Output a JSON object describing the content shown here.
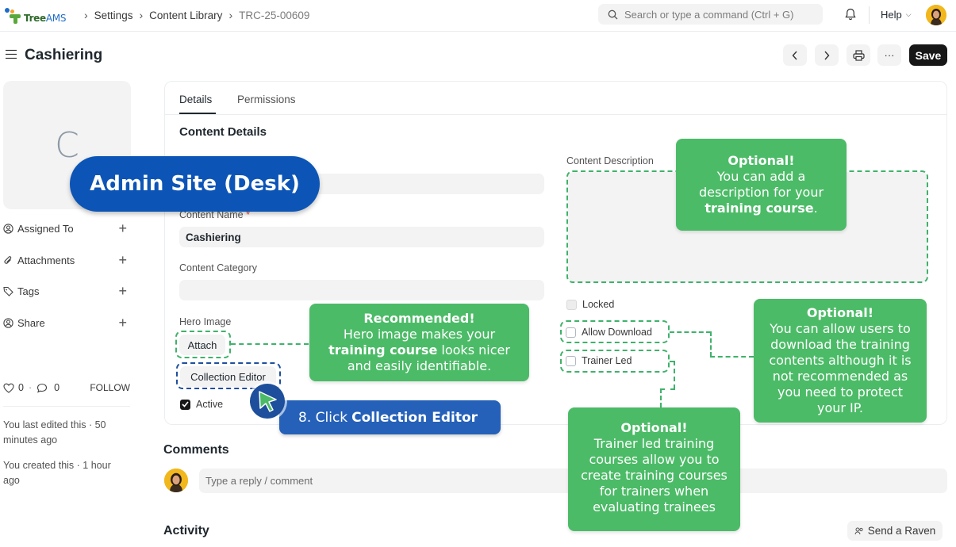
{
  "app": {
    "logo_text_a": "Tree",
    "logo_text_b": "AMS",
    "breadcrumbs": [
      "Settings",
      "Content Library",
      "TRC-25-00609"
    ],
    "search_placeholder": "Search or type a command (Ctrl + G)",
    "help_label": "Help"
  },
  "header": {
    "title": "Cashiering",
    "save_label": "Save",
    "more_label": "···"
  },
  "sidebar": {
    "image_letter": "C",
    "items": [
      {
        "label": "Assigned To",
        "icon": "assigned-icon"
      },
      {
        "label": "Attachments",
        "icon": "paperclip-icon"
      },
      {
        "label": "Tags",
        "icon": "tag-icon"
      },
      {
        "label": "Share",
        "icon": "share-icon"
      }
    ],
    "likes": "0",
    "comments_count": "0",
    "follow_label": "FOLLOW",
    "last_edited": "You last edited this · 50 minutes ago",
    "created": "You created this · 1 hour ago"
  },
  "form": {
    "tabs": [
      "Details",
      "Permissions"
    ],
    "section_title": "Content Details",
    "content_name_label": "Content Name",
    "content_name_required": "*",
    "content_name_value": "Cashiering",
    "content_category_label": "Content Category",
    "content_category_value": "",
    "hero_image_label": "Hero Image",
    "attach_label": "Attach",
    "collection_editor_label": "Collection Editor",
    "active_label": "Active",
    "active_checked": true,
    "content_description_label": "Content Description",
    "locked_label": "Locked",
    "allow_download_label": "Allow Download",
    "trainer_led_label": "Trainer Led"
  },
  "comments": {
    "title": "Comments",
    "placeholder": "Type a reply / comment"
  },
  "activity": {
    "title": "Activity",
    "send_raven_label": "Send a Raven"
  },
  "tutorial": {
    "admin_site_label": "Admin Site (Desk)",
    "step_prefix": "8. Click",
    "step_target": "Collection Editor",
    "description_tip": {
      "heading": "Optional!",
      "line1": "You can add a",
      "line2": "description for your",
      "bold": "training course",
      "tail": "."
    },
    "hero_tip": {
      "heading": "Recommended!",
      "line1": "Hero image makes your",
      "bold": "training course",
      "line2_tail": " looks nicer",
      "line3": "and easily identifiable."
    },
    "download_tip": {
      "heading": "Optional!",
      "body": "You can allow users to download the training contents although it is not recommended as you need to protect your IP."
    },
    "trainer_tip": {
      "heading": "Optional!",
      "body": "Trainer led training courses allow you to create training courses for trainers when evaluating trainees"
    }
  },
  "colors": {
    "callout_green": "#4cbb67",
    "callout_blue": "#0c55b6",
    "step_blue": "#2561b9",
    "primary_button": "#171717"
  }
}
